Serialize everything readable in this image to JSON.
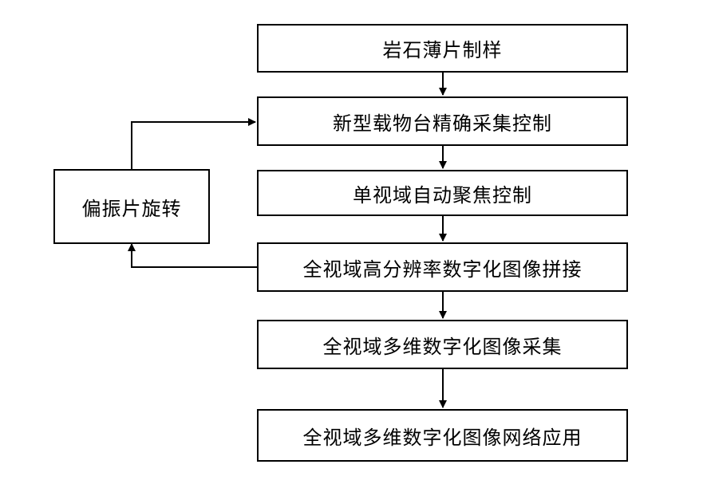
{
  "diagram": {
    "nodes": {
      "n1": "岩石薄片制样",
      "n2": "新型载物台精确采集控制",
      "n3": "单视域自动聚焦控制",
      "n4": "全视域高分辨率数字化图像拼接",
      "n5": "全视域多维数字化图像采集",
      "n6": "全视域多维数字化图像网络应用",
      "side": "偏振片旋转"
    }
  }
}
